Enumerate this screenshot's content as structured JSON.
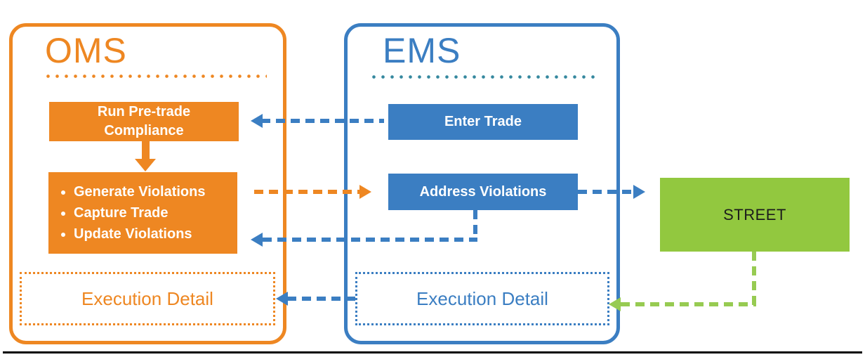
{
  "colors": {
    "orange": "#EE8722",
    "blue": "#3B7EC2",
    "teal_dots": "#35889E",
    "green_fill": "#92C83F",
    "green_arrow": "#97CB52",
    "street_text": "#1C1C1C",
    "baseline": "#000000"
  },
  "oms": {
    "title": "OMS",
    "pretrade": {
      "line1": "Run Pre-trade",
      "line2": "Compliance"
    },
    "tasks": [
      "Generate Violations",
      "Capture Trade",
      "Update Violations"
    ],
    "execution_detail": "Execution Detail"
  },
  "ems": {
    "title": "EMS",
    "enter_trade": "Enter Trade",
    "address_violations": "Address Violations",
    "execution_detail": "Execution Detail"
  },
  "street": {
    "label": "STREET"
  }
}
